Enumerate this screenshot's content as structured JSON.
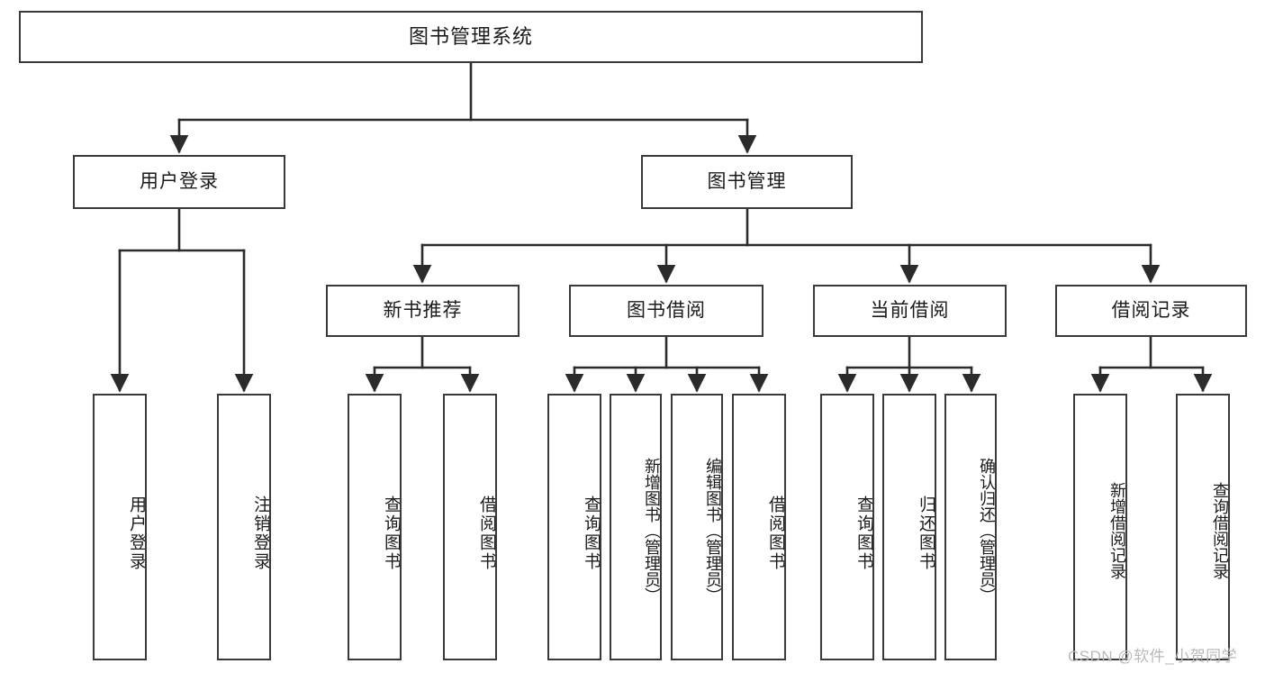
{
  "diagram": {
    "type": "tree",
    "title": "图书管理系统",
    "orientation": "top-down",
    "colors": {
      "box_border": "#3a3a3a",
      "box_fill": "#ffffff",
      "edge": "#2b2b2b",
      "text": "#1b1b1b",
      "watermark": "#b9b9b9",
      "background": "#ffffff"
    },
    "levels": {
      "root": "图书管理系统",
      "level2": [
        "用户登录",
        "图书管理"
      ],
      "level3": [
        "新书推荐",
        "图书借阅",
        "当前借阅",
        "借阅记录"
      ]
    },
    "nodes": {
      "root": {
        "label": "图书管理系统"
      },
      "user_login": {
        "label": "用户登录"
      },
      "book_manage": {
        "label": "图书管理"
      },
      "new_book_rec": {
        "label": "新书推荐"
      },
      "book_borrow": {
        "label": "图书借阅"
      },
      "current_borrow": {
        "label": "当前借阅"
      },
      "borrow_record": {
        "label": "借阅记录"
      },
      "leaf_user_login": {
        "label": "用户登录"
      },
      "leaf_logout": {
        "label": "注销登录"
      },
      "leaf_query_book_1": {
        "label": "查询图书"
      },
      "leaf_borrow_book_1": {
        "label": "借阅图书"
      },
      "leaf_query_book_2": {
        "label": "查询图书"
      },
      "leaf_add_book": {
        "label": "新增图书（管理员）"
      },
      "leaf_edit_book": {
        "label": "编辑图书（管理员）"
      },
      "leaf_borrow_book_2": {
        "label": "借阅图书"
      },
      "leaf_query_book_3": {
        "label": "查询图书"
      },
      "leaf_return_book": {
        "label": "归还图书"
      },
      "leaf_confirm_return": {
        "label": "确认归还（管理员）"
      },
      "leaf_add_record": {
        "label": "新增借阅记录"
      },
      "leaf_query_record": {
        "label": "查询借阅记录"
      }
    },
    "edges": [
      {
        "from": "图书管理系统",
        "to": "用户登录"
      },
      {
        "from": "图书管理系统",
        "to": "图书管理"
      },
      {
        "from": "用户登录",
        "to": "用户登录"
      },
      {
        "from": "用户登录",
        "to": "注销登录"
      },
      {
        "from": "图书管理",
        "to": "新书推荐"
      },
      {
        "from": "图书管理",
        "to": "图书借阅"
      },
      {
        "from": "图书管理",
        "to": "当前借阅"
      },
      {
        "from": "图书管理",
        "to": "借阅记录"
      },
      {
        "from": "新书推荐",
        "to": "查询图书"
      },
      {
        "from": "新书推荐",
        "to": "借阅图书"
      },
      {
        "from": "图书借阅",
        "to": "查询图书"
      },
      {
        "from": "图书借阅",
        "to": "新增图书（管理员）"
      },
      {
        "from": "图书借阅",
        "to": "编辑图书（管理员）"
      },
      {
        "from": "图书借阅",
        "to": "借阅图书"
      },
      {
        "from": "当前借阅",
        "to": "查询图书"
      },
      {
        "from": "当前借阅",
        "to": "归还图书"
      },
      {
        "from": "当前借阅",
        "to": "确认归还（管理员）"
      },
      {
        "from": "借阅记录",
        "to": "新增借阅记录"
      },
      {
        "from": "借阅记录",
        "to": "查询借阅记录"
      }
    ]
  },
  "watermark": {
    "text": "CSDN @软件_小贺同学"
  }
}
